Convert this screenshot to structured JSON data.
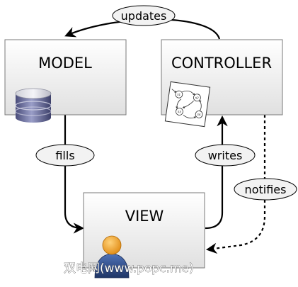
{
  "boxes": {
    "model": {
      "label": "MODEL"
    },
    "controller": {
      "label": "CONTROLLER"
    },
    "view": {
      "label": "VIEW"
    }
  },
  "edges": {
    "updates": "updates",
    "fills": "fills",
    "writes": "writes",
    "notifies": "notifies"
  },
  "state_machine": {
    "states": [
      "s1",
      "s2",
      "s3",
      "s4"
    ]
  },
  "watermark": "双电网(www.popc.me)",
  "colors": {
    "box_top": "#ffffff",
    "box_bottom": "#e2e2e2",
    "box_stroke": "#7a7a7a",
    "label_fill": "#f2f2f2",
    "database": "#6b6f9c",
    "user_head": "#f5a623",
    "user_body": "#2d4d8a"
  },
  "icons": [
    "database-icon",
    "state-machine-icon",
    "user-icon"
  ]
}
